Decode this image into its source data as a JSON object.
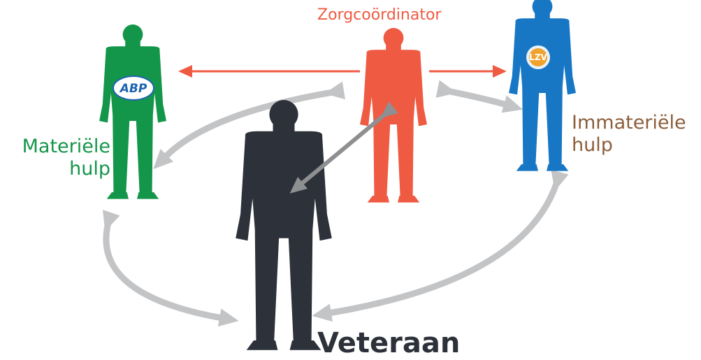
{
  "roles": {
    "coordinator": {
      "label": "Zorgcoördinator"
    },
    "materiele": {
      "line1": "Materiële",
      "line2": "hulp",
      "badge": "ABP"
    },
    "immateriele": {
      "line1": "Immateriële",
      "line2": "hulp",
      "badge": "LZV"
    },
    "veteraan": {
      "label": "Veteraan"
    }
  },
  "colors": {
    "coordinator": "#ef5a42",
    "materiele": "#14964a",
    "immateriele": "#1877c4",
    "veteraan": "#2d3139",
    "arrow_gray": "#c3c4c6",
    "arrow_dark_gray": "#8e8f91",
    "arrow_red": "#ef5a42",
    "abp_blue": "#1e63b0",
    "lzv_orange": "#f0a22e",
    "materiele_label": "#14964a",
    "immateriele_label": "#8b5e3c"
  },
  "icons": {
    "coordinator": "person-silhouette-icon",
    "materiele": "person-silhouette-icon",
    "immateriele": "person-silhouette-icon",
    "veteraan": "person-silhouette-icon",
    "abp": "abp-logo-icon",
    "lzv": "lzv-logo-icon"
  }
}
